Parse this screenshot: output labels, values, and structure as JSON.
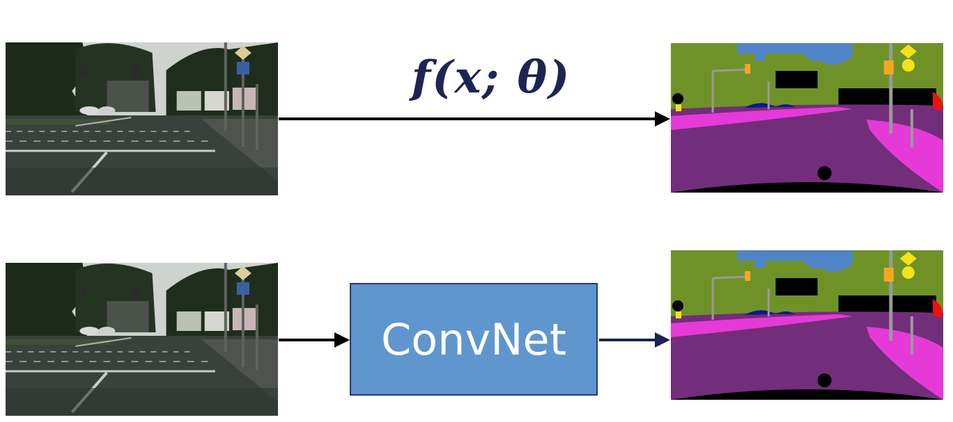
{
  "formula": {
    "text": "f(x; θ)"
  },
  "model_box": {
    "label": "ConvNet",
    "fill": "#5f96cd",
    "border": "#27357a"
  },
  "colors": {
    "arrow_black": "#000000",
    "arrow_navy": "#1d2352",
    "seg_road": "#722e7a",
    "seg_sidewalk": "#e53ad8",
    "seg_vegetation": "#6f9228",
    "seg_sky": "#4f84c6",
    "seg_car": "#0c1a8c",
    "seg_sign": "#f4e21a",
    "seg_light": "#f5a623",
    "seg_pole": "#9a9a9a",
    "seg_building": "#000000",
    "seg_terrain": "#9df59d",
    "seg_person": "#ee1010"
  },
  "icons": [
    "road-scene-photo",
    "segmentation-map",
    "arrow-right"
  ]
}
